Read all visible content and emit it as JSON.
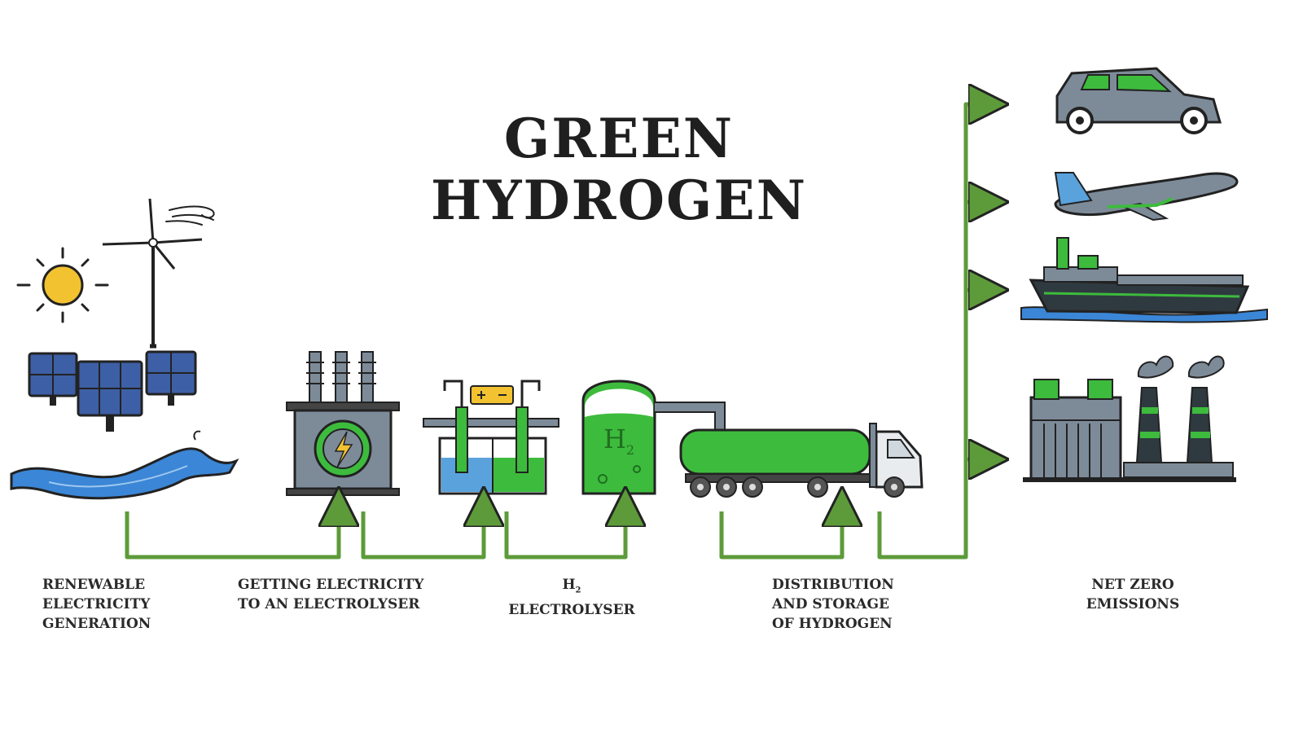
{
  "title": {
    "line1": "GREEN",
    "line2": "HYDROGEN"
  },
  "icon_label": {
    "h": "H",
    "two": "2"
  },
  "steps": [
    {
      "lines": [
        "RENEWABLE",
        "ELECTRICITY",
        "GENERATION"
      ]
    },
    {
      "lines": [
        "GETTING ELECTRICITY",
        "TO AN ELECTROLYSER"
      ]
    },
    {
      "line1_main": "H",
      "line1_sub": "2",
      "line2": "ELECTROLYSER"
    },
    {
      "lines": [
        "DISTRIBUTION",
        "AND STORAGE",
        "OF HYDROGEN"
      ]
    },
    {
      "lines": [
        "NET ZERO",
        "EMISSIONS"
      ]
    }
  ],
  "colors": {
    "flow_arrow": "#5d9b3a",
    "hydrogen_green": "#3dbb3d",
    "steel_gray": "#7d8b99",
    "water_blue": "#3b86d6",
    "sun_yellow": "#f2c230",
    "outline": "#222222"
  },
  "icons": [
    "sun-icon",
    "wind-turbine-icon",
    "solar-panel-icon",
    "water-wave-icon",
    "transformer-icon",
    "electrolyser-icon",
    "hydrogen-tank-icon",
    "tanker-truck-icon",
    "car-icon",
    "airplane-icon",
    "ship-icon",
    "factory-icon"
  ]
}
